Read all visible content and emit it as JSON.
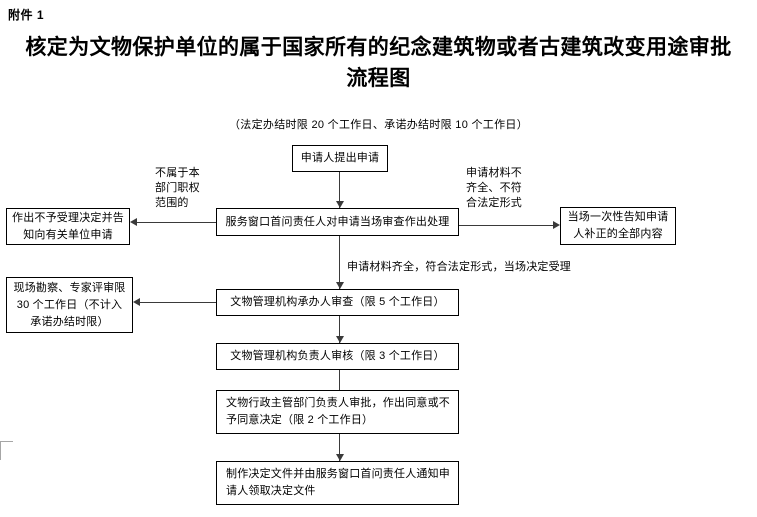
{
  "document": {
    "attachment_label": "附件 1",
    "title": "核定为文物保护单位的属于国家所有的纪念建筑物或者古建筑改变用途审批流程图",
    "subtitle": "（法定办结时限 20 个工作日、承诺办结时限 10 个工作日）"
  },
  "flow": {
    "nodes": {
      "applicant_submit": "申请人提出申请",
      "window_review": "服务窗口首问责任人对申请当场审查作出处理",
      "reject_accept": "作出不予受理决定并告知向有关单位申请",
      "onetime_notify": "当场一次性告知申请人补正的全部内容",
      "site_survey": "现场勘察、专家评审限 30 个工作日（不计入承诺办结时限）",
      "officer_review": "文物管理机构承办人审查（限 5 个工作日）",
      "manager_check": "文物管理机构负责人审核（限 3 个工作日）",
      "director_approve": "文物行政主管部门负责人审批，作出同意或不予同意决定（限 2 个工作日）",
      "issue_document": "制作决定文件并由服务窗口首问责任人通知申请人领取决定文件"
    },
    "edge_labels": {
      "not_in_scope": "不属于本\n部门职权\n范围的",
      "materials_incomplete": "申请材料不\n齐全、不符\n合法定形式",
      "materials_complete": "申请材料齐全，符合法定形式，当场决定受理"
    }
  },
  "style": {
    "border_color": "#000000",
    "connector_color": "#3a3a3a",
    "margin_mark_color": "#a6a6a6",
    "background": "#ffffff"
  }
}
